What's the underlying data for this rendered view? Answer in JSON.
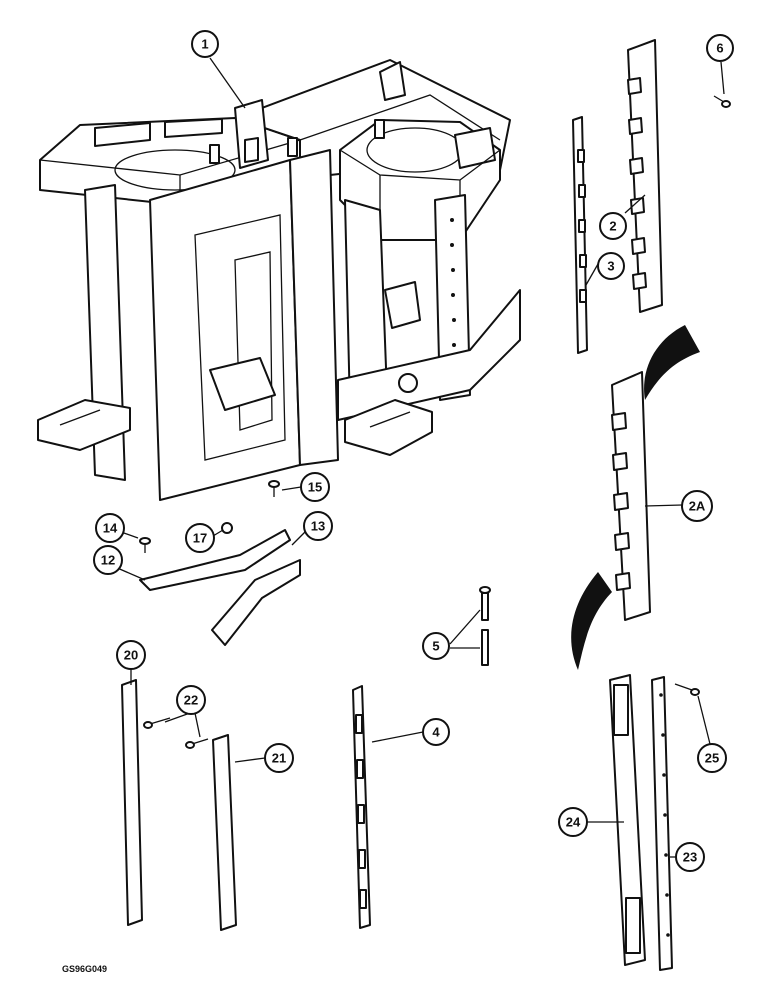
{
  "drawing_code": "GS96G049",
  "callouts": [
    {
      "id": "c1",
      "label": "1"
    },
    {
      "id": "c2",
      "label": "2"
    },
    {
      "id": "c2a",
      "label": "2A"
    },
    {
      "id": "c3",
      "label": "3"
    },
    {
      "id": "c4",
      "label": "4"
    },
    {
      "id": "c5",
      "label": "5"
    },
    {
      "id": "c6",
      "label": "6"
    },
    {
      "id": "c12",
      "label": "12"
    },
    {
      "id": "c13",
      "label": "13"
    },
    {
      "id": "c14",
      "label": "14"
    },
    {
      "id": "c15",
      "label": "15"
    },
    {
      "id": "c17",
      "label": "17"
    },
    {
      "id": "c20",
      "label": "20"
    },
    {
      "id": "c21",
      "label": "21"
    },
    {
      "id": "c22",
      "label": "22"
    },
    {
      "id": "c23",
      "label": "23"
    },
    {
      "id": "c24",
      "label": "24"
    },
    {
      "id": "c25",
      "label": "25"
    }
  ],
  "colors": {
    "ink": "#111111",
    "paper": "#ffffff"
  }
}
